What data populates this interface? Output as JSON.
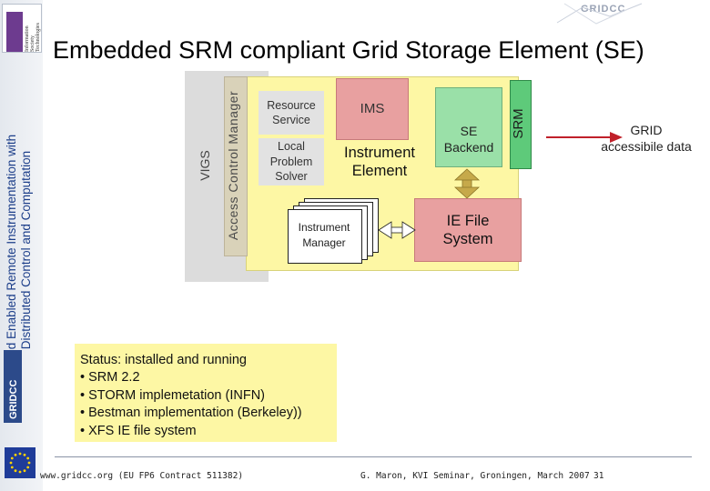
{
  "slide": {
    "title": "Embedded SRM compliant Grid Storage Element (SE)",
    "vertical_caption_line1": "Grid Enabled Remote Instrumentation with",
    "vertical_caption_line2": "Distributed Control and Computation",
    "logo_text": "Information Society Technologies",
    "side_brand": "GRIDCC",
    "top_brand": "GRIDCC"
  },
  "diagram": {
    "vigs": "VIGS",
    "access_control": "Access Control Manager",
    "resource_service": [
      "Resource",
      "Service"
    ],
    "local_problem_solver": [
      "Local",
      "Problem",
      "Solver"
    ],
    "ims": "IMS",
    "instrument_element": [
      "Instrument",
      "Element"
    ],
    "instrument_manager": [
      "Instrument",
      "Manager"
    ],
    "se_backend": [
      "SE",
      "Backend"
    ],
    "srm": "SRM",
    "ie_file_system": [
      "IE File",
      "System"
    ],
    "grid_data": [
      "GRID",
      "accessibile data"
    ]
  },
  "status": {
    "lines": [
      "Status: installed and running",
      "• SRM 2.2",
      "• STORM implemetation (INFN)",
      "• Bestman implementation (Berkeley))",
      "• XFS IE file system"
    ]
  },
  "footer": {
    "left": "www.gridcc.org (EU FP6 Contract 511382)",
    "middle": "G. Maron, KVI Seminar, Groningen,  March 2007",
    "page": "31"
  },
  "colors": {
    "yellow": "#fdf7a4",
    "green_box": "#9ae0a8",
    "srm_green": "#5eca7a",
    "red_box": "#e8a0a0",
    "arrow_red": "#c0202a",
    "arrow_olive": "#c6a94a"
  }
}
